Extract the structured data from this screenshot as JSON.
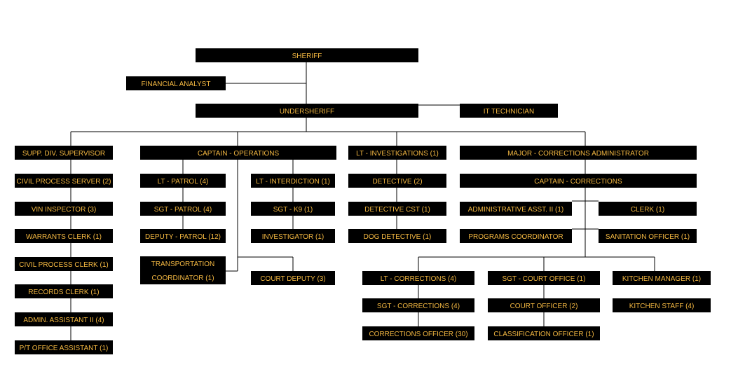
{
  "chart_colors": {
    "box": "#000000",
    "text": "#f5b942",
    "line": "#000000",
    "background": "#ffffff"
  },
  "positions": {
    "sheriff": "SHERIFF",
    "financial_analyst": "FINANCIAL ANALYST",
    "undersheriff": "UNDERSHERIFF",
    "it_technician": "IT TECHNICIAN",
    "supp_div_supervisor": "SUPP. DIV. SUPERVISOR",
    "civil_process_server": "CIVIL PROCESS SERVER (2)",
    "vin_inspector": "VIN INSPECTOR (3)",
    "warrants_clerk": "WARRANTS CLERK (1)",
    "civil_process_clerk": "CIVIL PROCESS CLERK (1)",
    "records_clerk": "RECORDS CLERK (1)",
    "admin_assistant_ii": "ADMIN. ASSISTANT II (4)",
    "pt_office_assistant": "P/T OFFICE ASSISTANT (1)",
    "captain_operations": "CAPTAIN - OPERATIONS",
    "lt_patrol": "LT - PATROL (4)",
    "sgt_patrol": "SGT - PATROL (4)",
    "deputy_patrol": "DEPUTY - PATROL (12)",
    "transportation_coordinator_line1": "TRANSPORTATION",
    "transportation_coordinator_line2": "COORDINATOR (1)",
    "lt_interdiction": "LT - INTERDICTION (1)",
    "sgt_k9": "SGT - K9 (1)",
    "investigator": "INVESTIGATOR (1)",
    "court_deputy": "COURT DEPUTY (3)",
    "lt_investigations": "LT - INVESTIGATIONS (1)",
    "detective": "DETECTIVE (2)",
    "detective_cst": "DETECTIVE CST (1)",
    "dog_detective": "DOG DETECTIVE (1)",
    "major_corrections_admin": "MAJOR - CORRECTIONS ADMINISTRATOR",
    "captain_corrections": "CAPTAIN - CORRECTIONS",
    "administrative_asst_ii": "ADMINISTRATIVE ASST. II (1)",
    "clerk": "CLERK (1)",
    "programs_coordinator": "PROGRAMS COORDINATOR",
    "sanitation_officer": "SANITATION OFFICER (1)",
    "lt_corrections": "LT - CORRECTIONS (4)",
    "sgt_corrections": "SGT - CORRECTIONS (4)",
    "corrections_officer": "CORRECTIONS OFFICER (30)",
    "sgt_court_office": "SGT - COURT OFFICE (1)",
    "court_officer": "COURT OFFICER (2)",
    "classification_officer": "CLASSIFICATION OFFICER (1)",
    "kitchen_manager": "KITCHEN MANAGER (1)",
    "kitchen_staff": "KITCHEN STAFF (4)"
  }
}
